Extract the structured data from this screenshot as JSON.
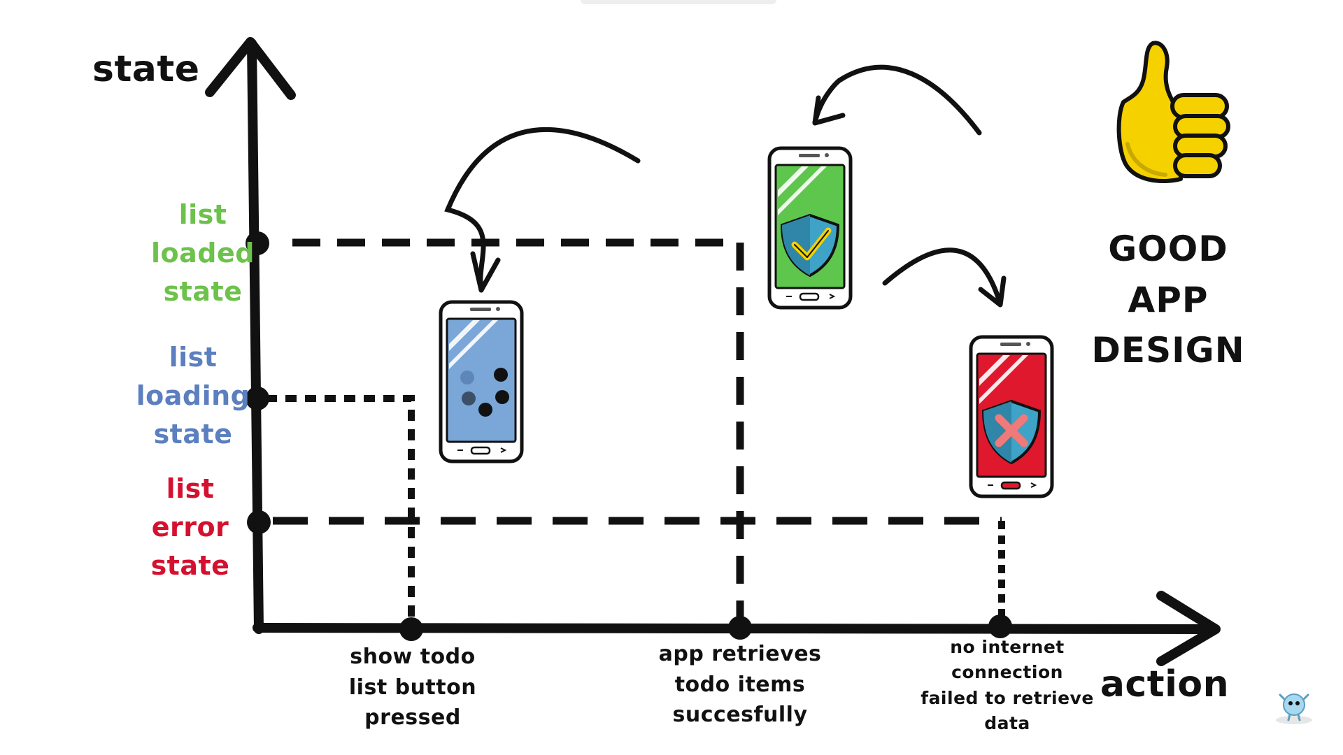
{
  "axes": {
    "y_title": "state",
    "x_title": "action"
  },
  "states": [
    {
      "key": "loaded",
      "label": "list\nloaded\nstate",
      "color": "#6cc24a"
    },
    {
      "key": "loading",
      "label": "list\nloading\nstate",
      "color": "#5b7fbf"
    },
    {
      "key": "error",
      "label": "list\nerror\nstate",
      "color": "#d4112f"
    }
  ],
  "actions": [
    {
      "key": "show",
      "label": "show todo\nlist button\npressed"
    },
    {
      "key": "success",
      "label": "app retrieves\ntodo items\nsuccesfully"
    },
    {
      "key": "fail",
      "label": "no internet\nconnection\nfailed to retrieve\ndata"
    }
  ],
  "badge": {
    "text": "GOOD\nAPP\nDESIGN",
    "icon": "thumbs-up-icon",
    "color": "#f5d100"
  },
  "phones": [
    {
      "name": "loading-phone",
      "screen_color": "#7aa7d8",
      "content": "loading-dots-icon"
    },
    {
      "name": "success-phone",
      "screen_color": "#5fc64d",
      "content": "shield-check-icon"
    },
    {
      "name": "error-phone",
      "screen_color": "#e0182d",
      "content": "shield-x-icon"
    }
  ],
  "colors": {
    "ink": "#111111",
    "shield": "#3fa3c7",
    "check": "#f5d100",
    "cross": "#f07a7a"
  }
}
